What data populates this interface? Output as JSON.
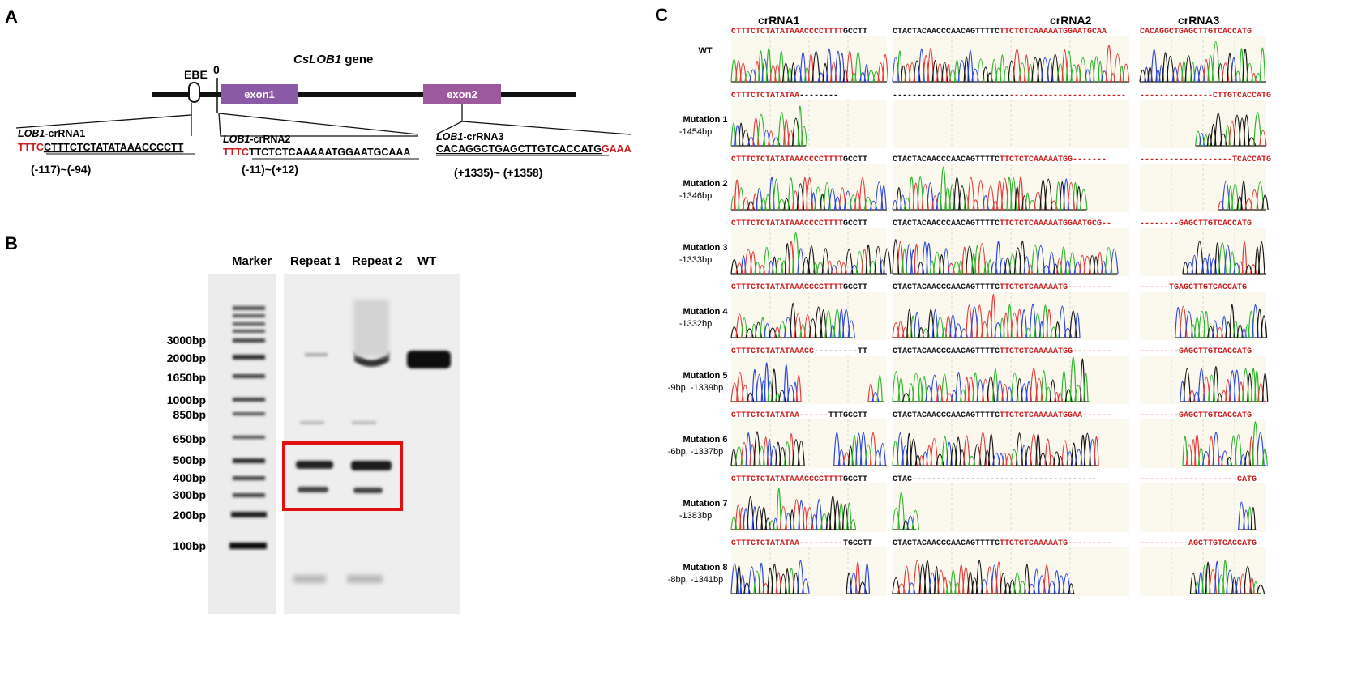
{
  "colors": {
    "red": "#cc1b1b",
    "exon": "#8a5aa6",
    "exon2": "#9c5a9c",
    "gel_box": "#e01010",
    "trace_a": "#2db52d",
    "trace_c": "#2b44d6",
    "trace_g": "#111111",
    "trace_t": "#e23a3a"
  },
  "panelA": {
    "letter": "A",
    "gene_title_italic": "CsLOB1",
    "gene_title_rest": " gene",
    "ebe": "EBE",
    "zero": "0",
    "exon1": "exon1",
    "exon2": "exon2",
    "cr1": {
      "name_italic": "LOB1",
      "name_rest": "-crRNA1",
      "pam": "TTTC",
      "seq": "CTTTCTCTATATAAACCCCTT",
      "pos": "(-117)~(-94)"
    },
    "cr2": {
      "name_italic": "LOB1",
      "name_rest": "-crRNA2",
      "pam": "TTTC",
      "seq": "TTCTCTCAAAAATGGAATGCAAA",
      "pos": "(-11)~(+12)"
    },
    "cr3": {
      "name_italic": "LOB1",
      "name_rest": "-crRNA3",
      "seq": "CACAGGCTGAGCTTGTCACCATG",
      "pam": "GAAA",
      "pos": "(+1335)~ (+1358)"
    }
  },
  "panelB": {
    "letter": "B",
    "lanes": [
      "Marker",
      "Repeat 1",
      "Repeat 2",
      "WT"
    ],
    "ladder": [
      "3000bp",
      "2000bp",
      "1650bp",
      "1000bp",
      "850bp",
      "650bp",
      "500bp",
      "400bp",
      "300bp",
      "200bp",
      "100bp"
    ]
  },
  "panelC": {
    "letter": "C",
    "headers": [
      "crRNA1",
      "crRNA2",
      "crRNA3"
    ],
    "wt_seq": [
      [
        [
          "r",
          "CTTTCTCTATATAAACCCCTTTT"
        ],
        [
          "k",
          "GCCTT"
        ]
      ],
      [
        [
          "k",
          "CTACTACAACCCAACAGTTTTC"
        ],
        [
          "r",
          "TTCTCTCAAAAATGGAATGCAA"
        ]
      ],
      [
        [
          "r",
          "CACAGGCTGAGCTTGTCACCATG"
        ]
      ]
    ],
    "rows": [
      {
        "name": "WT",
        "detail": "",
        "seqs": [
          [
            [
              "r",
              "CTTTCTCTATATAA"
            ],
            [
              "k",
              "--------"
            ]
          ],
          [
            [
              "k",
              "------------------------"
            ],
            [
              "r",
              "------------------------"
            ]
          ],
          [
            [
              "r",
              "---------------CTTGTCACCATG"
            ]
          ]
        ]
      },
      {
        "name": "Mutation 1",
        "detail": "-1454bp",
        "seqs": [
          [
            [
              "r",
              "CTTTCTCTATATAAACCCCTTTT"
            ],
            [
              "k",
              "GCCTT"
            ]
          ],
          [
            [
              "k",
              "CTACTACAACCCAACAGTTTTC"
            ],
            [
              "r",
              "TTCTCTCAAAAATGG-------"
            ]
          ],
          [
            [
              "r",
              "-------------------TCACCATG"
            ]
          ]
        ]
      },
      {
        "name": "Mutation 2",
        "detail": "-1346bp",
        "seqs": [
          [
            [
              "r",
              "CTTTCTCTATATAAACCCCTTTT"
            ],
            [
              "k",
              "GCCTT"
            ]
          ],
          [
            [
              "k",
              "CTACTACAACCCAACAGTTTTC"
            ],
            [
              "r",
              "TTCTCTCAAAAATGGAATGCG--"
            ]
          ],
          [
            [
              "r",
              "--------GAGCTTGTCACCATG"
            ]
          ]
        ]
      },
      {
        "name": "Mutation 3",
        "detail": "-1333bp",
        "seqs": [
          [
            [
              "r",
              "CTTTCTCTATATAAACCCCTTTT"
            ],
            [
              "k",
              "GCCTT"
            ]
          ],
          [
            [
              "k",
              "CTACTACAACCCAACAGTTTTC"
            ],
            [
              "r",
              "TTCTCTCAAAAATG---------"
            ]
          ],
          [
            [
              "r",
              "------TGAGCTTGTCACCATG"
            ]
          ]
        ]
      },
      {
        "name": "Mutation 4",
        "detail": "-1332bp",
        "seqs": [
          [
            [
              "r",
              "CTTTCTCTATATAAACC"
            ],
            [
              "k",
              "---------TT"
            ]
          ],
          [
            [
              "k",
              "CTACTACAACCCAACAGTTTTC"
            ],
            [
              "r",
              "TTCTCTCAAAAATGG--------"
            ]
          ],
          [
            [
              "r",
              "--------GAGCTTGTCACCATG"
            ]
          ]
        ]
      },
      {
        "name": "Mutation 5",
        "detail": "-9bp, -1339bp",
        "seqs": [
          [
            [
              "r",
              "CTTTCTCTATATAA------"
            ],
            [
              "k",
              "TTTGCCTT"
            ]
          ],
          [
            [
              "k",
              "CTACTACAACCCAACAGTTTTC"
            ],
            [
              "r",
              "TTCTCTCAAAAATGGAA------"
            ]
          ],
          [
            [
              "r",
              "--------GAGCTTGTCACCATG"
            ]
          ]
        ]
      },
      {
        "name": "Mutation 6",
        "detail": "-6bp, -1337bp",
        "seqs": [
          [
            [
              "r",
              "CTTTCTCTATATAAACCCCTTTT"
            ],
            [
              "k",
              "GCCTT"
            ]
          ],
          [
            [
              "k",
              "CTAC--------------------------------------"
            ]
          ],
          [
            [
              "r",
              "--------------------CATG"
            ]
          ]
        ]
      },
      {
        "name": "Mutation 7",
        "detail": "-1383bp",
        "seqs": [
          [
            [
              "r",
              "CTTTCTCTATATAA---------"
            ],
            [
              "k",
              "TGCCTT"
            ]
          ],
          [
            [
              "k",
              "CTACTACAACCCAACAGTTTTC"
            ],
            [
              "r",
              "TTCTCTCAAAAATG---------"
            ]
          ],
          [
            [
              "r",
              "----------AGCTTGTCACCATG"
            ]
          ]
        ]
      },
      {
        "name": "Mutation 8",
        "detail": "-8bp, -1341bp",
        "seqs": []
      }
    ]
  }
}
